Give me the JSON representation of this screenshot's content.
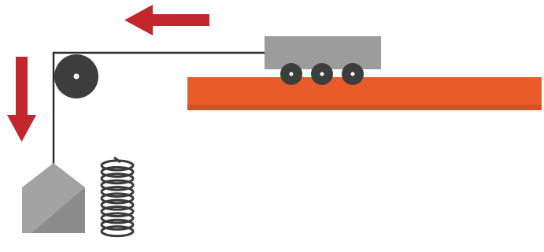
{
  "diagram": {
    "description_free": true,
    "colors": {
      "track": "#ea5b2a",
      "track_shadow": "#d94e22",
      "arrow": "#c1272d",
      "cart_body": "#9c9c9c",
      "wheel": "#3d3d3d",
      "hub": "#ffffff",
      "rope": "#2b2b2b",
      "weight_light": "#a3a3a3",
      "weight_dark": "#8c8c8c",
      "spring": "#3a3a3a"
    },
    "cart_wheel_count": 3,
    "spring_coil_count": 11,
    "arrows": [
      {
        "icon": "arrow-left-icon",
        "direction": "left"
      },
      {
        "icon": "arrow-down-icon",
        "direction": "down"
      }
    ]
  }
}
